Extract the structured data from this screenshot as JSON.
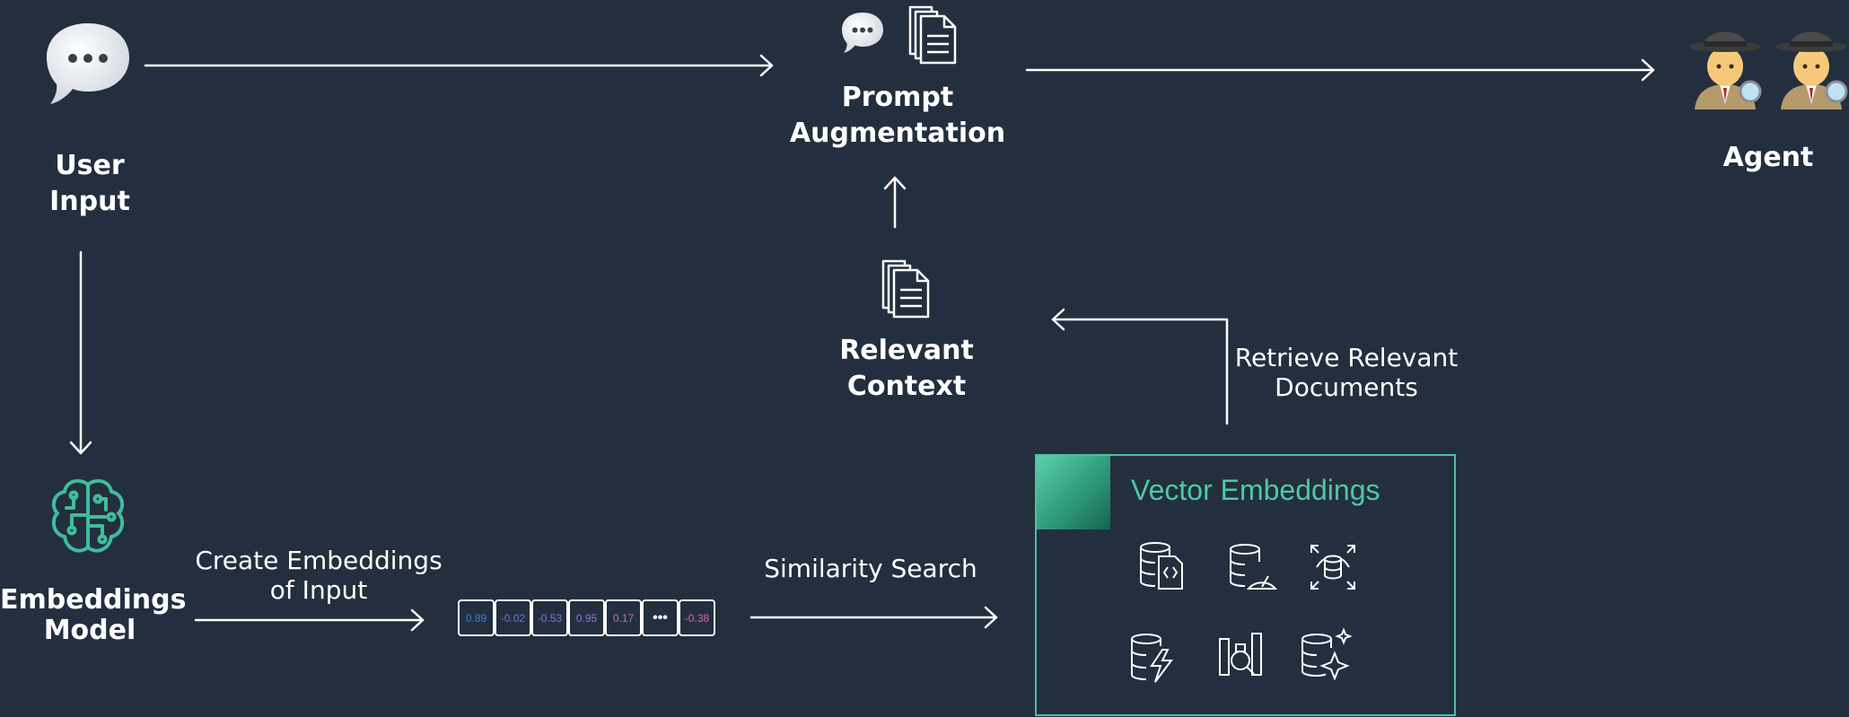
{
  "nodes": {
    "user_input": "User\nInput",
    "prompt_augmentation": "Prompt\nAugmentation",
    "agent": "Agent",
    "relevant_context": "Relevant\nContext",
    "embeddings_model": "Embeddings\nModel"
  },
  "edge_labels": {
    "create_embeddings": "Create Embeddings\nof Input",
    "similarity_search": "Similarity Search",
    "retrieve_documents": "Retrieve Relevant\nDocuments"
  },
  "vector": {
    "cells": [
      {
        "text": "0.89",
        "color": "#3b7dd8"
      },
      {
        "text": "-0.02",
        "color": "#5a79d6"
      },
      {
        "text": "-0.53",
        "color": "#7b74d4"
      },
      {
        "text": "0.95",
        "color": "#9a6fd2"
      },
      {
        "text": "0.17",
        "color": "#b66ccf"
      },
      {
        "text": "•••",
        "color": "#ffffff"
      },
      {
        "text": "-0.38",
        "color": "#e05fb8"
      }
    ]
  },
  "vector_store": {
    "title": "Vector Embeddings",
    "icons": [
      "database-code-icon",
      "database-speed-icon",
      "database-scan-icon",
      "database-lightning-icon",
      "search-chart-icon",
      "database-sparkle-icon"
    ]
  },
  "colors": {
    "background": "#232f3e",
    "accent": "#4fc8a5"
  }
}
